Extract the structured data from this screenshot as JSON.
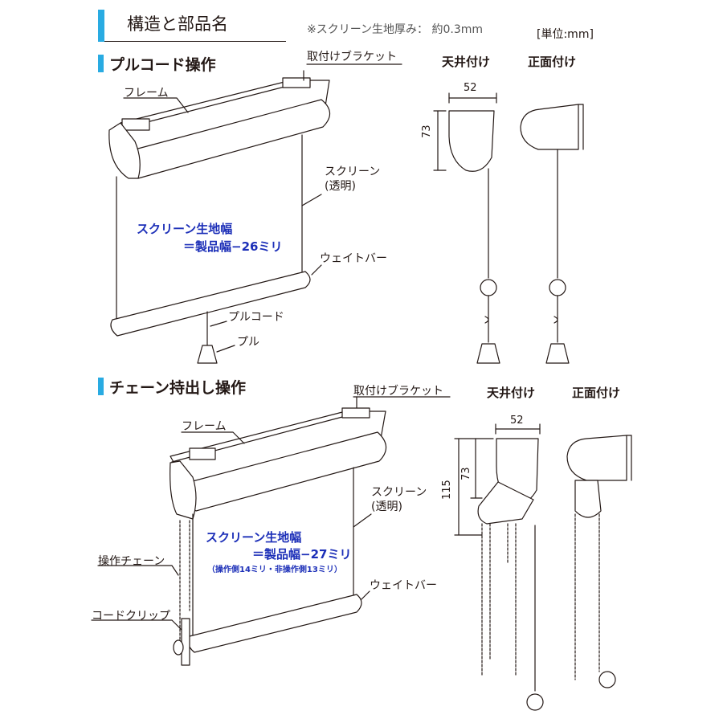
{
  "header": {
    "title": "構造と部品名",
    "note": "※スクリーン生地厚み： 約0.3mm",
    "unit": "[単位:mm]",
    "accent_color": "#29abe2"
  },
  "pull_cord": {
    "section_title": "プルコード操作",
    "labels": {
      "bracket": "取付けブラケット",
      "frame": "フレーム",
      "screen": "スクリーン",
      "screen_sub": "(透明)",
      "weight_bar": "ウェイトバー",
      "pull_cord": "プルコード",
      "pull": "プル"
    },
    "width_note_1": "スクリーン生地幅",
    "width_note_2": "＝製品幅−26ミリ",
    "views": {
      "ceiling": "天井付け",
      "front": "正面付け"
    },
    "dims": {
      "width": "52",
      "height": "73"
    }
  },
  "chain": {
    "section_title": "チェーン持出し操作",
    "labels": {
      "bracket": "取付けブラケット",
      "frame": "フレーム",
      "screen": "スクリーン",
      "screen_sub": "(透明)",
      "weight_bar": "ウェイトバー",
      "chain": "操作チェーン",
      "cord_clip": "コードクリップ"
    },
    "width_note_1": "スクリーン生地幅",
    "width_note_2": "＝製品幅−27ミリ",
    "width_note_3": "（操作側14ミリ・非操作側13ミリ）",
    "views": {
      "ceiling": "天井付け",
      "front": "正面付け"
    },
    "dims": {
      "width": "52",
      "height": "73",
      "total_height": "115"
    }
  }
}
